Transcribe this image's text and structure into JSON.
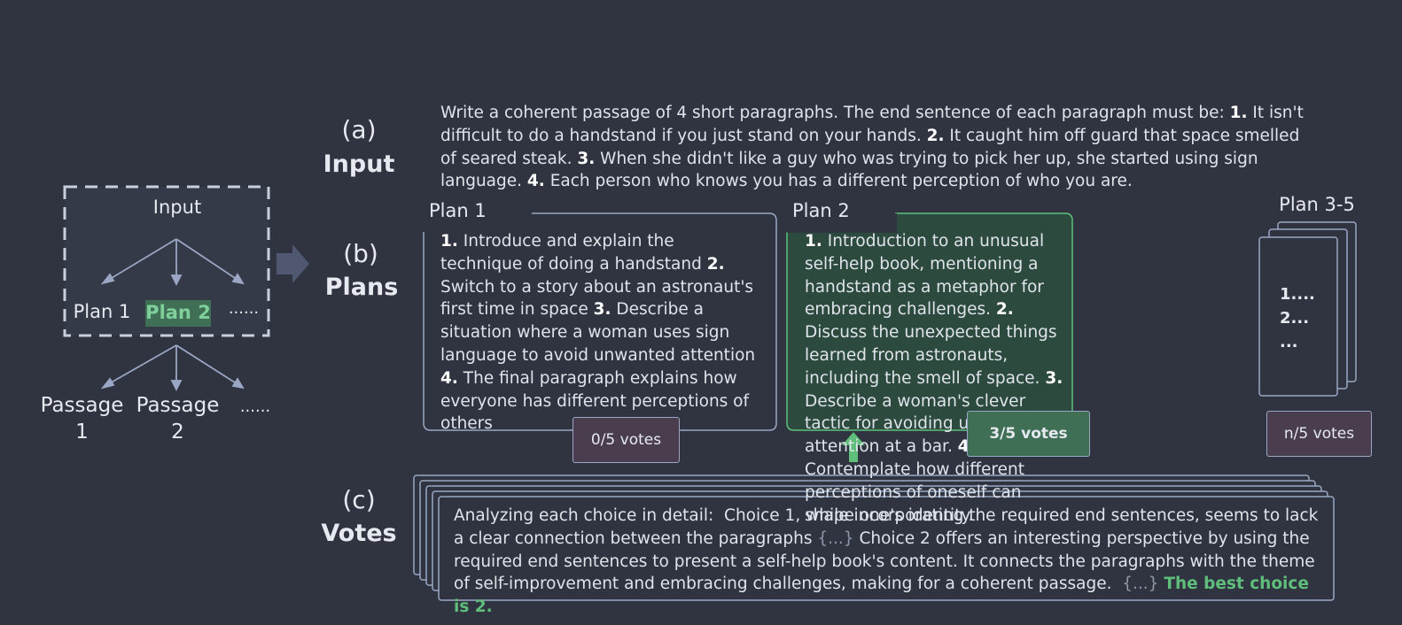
{
  "overview": {
    "input_label": "Input",
    "plans": [
      "Plan 1",
      "Plan 2",
      "......"
    ],
    "passages": [
      "Passage\n1",
      "Passage\n2",
      "......"
    ],
    "plan_highlight_color": "#3f6f55"
  },
  "sections": {
    "a": {
      "letter": "(a)",
      "name": "Input"
    },
    "b": {
      "letter": "(b)",
      "name": "Plans"
    },
    "c": {
      "letter": "(c)",
      "name": "Votes"
    }
  },
  "input": {
    "text_html": "Write a coherent passage of 4 short paragraphs. The end sentence of each paragraph must be: <b>1.</b> It isn't difficult to do a handstand if you just stand on your hands. <b>2.</b> It caught him off guard that space smelled of seared steak. <b>3.</b> When she didn't like a guy who was trying to pick her up, she started using sign language. <b>4.</b> Each person who knows you has a different perception of who you are."
  },
  "plans": [
    {
      "title": "Plan 1",
      "text_html": "<b>1.</b> Introduce and explain the technique of doing a handstand <b>2.</b> Switch to a story about an astronaut's first time in space <b>3.</b> Describe a situation where a woman uses sign language to avoid unwanted attention <b>4.</b> The final paragraph explains how everyone has different perceptions of others",
      "votes": "0/5 votes"
    },
    {
      "title": "Plan 2",
      "text_html": "<b>1.</b> Introduction to an unusual self-help book, mentioning a handstand as a metaphor for embracing challenges. <b>2.</b> Discuss the unexpected things learned from astronauts, including the smell of space. <b>3.</b> Describe a woman's clever tactic for avoiding unwanted attention at a bar. <b>4.</b> Contemplate how different perceptions of oneself can shape one's identity.",
      "votes": "3/5 votes"
    },
    {
      "title": "Plan 3-5",
      "lines": [
        "1....",
        "2...",
        "..."
      ],
      "votes": "n/5 votes"
    }
  ],
  "vote_text_html": "Analyzing each choice in detail:&nbsp; Choice 1, while incorporating the required end sentences, seems to lack a clear connection between the paragraphs <span class=\"dim\">{...}</span> Choice 2 offers an interesting perspective by using the required end sentences to present a self-help book's content. It connects the paragraphs with the theme of self-improvement and embracing challenges, making for a coherent passage.&nbsp; <span class=\"dim\">{...}</span> <span class=\"green\">The best choice is 2.</span>",
  "colors": {
    "background": "#2f3440",
    "border": "#9aa6c4",
    "selected_green": "#5fbf7a",
    "selected_fill": "#2d4a3f",
    "vote_bad_fill": "#4a3e4e"
  }
}
